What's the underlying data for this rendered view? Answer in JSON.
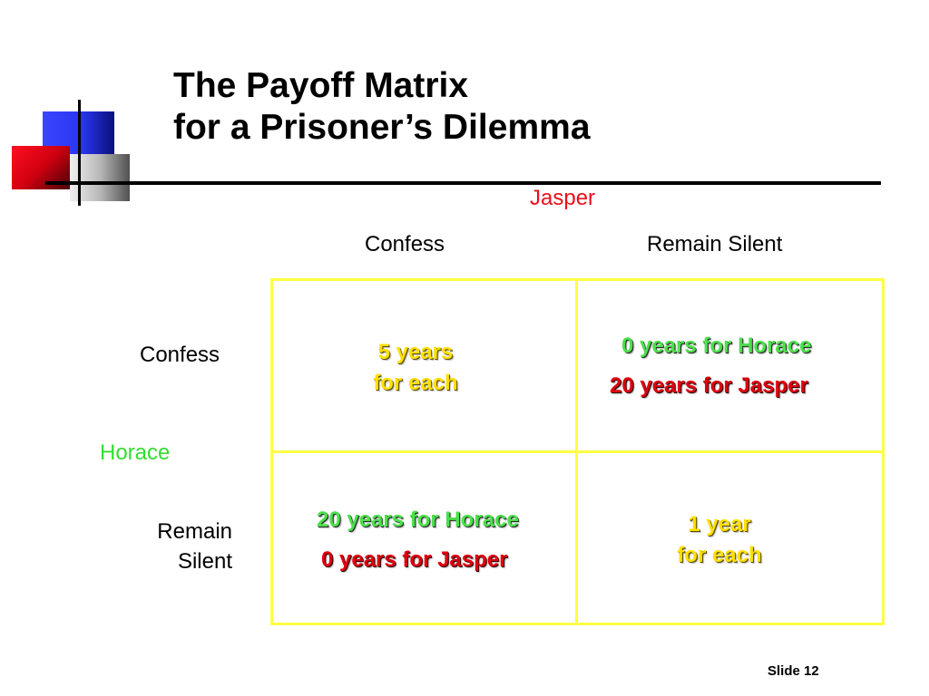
{
  "slide": {
    "title_line1": "The Payoff Matrix",
    "title_line2": "for a Prisoner’s Dilemma",
    "slide_number": "Slide 12"
  },
  "matrix": {
    "column_player": "Jasper",
    "row_player": "Horace",
    "columns": [
      "Confess",
      "Remain Silent"
    ],
    "rows": [
      "Confess",
      "Remain\nSilent"
    ],
    "row_labels": {
      "confess": "Confess",
      "silent_line1": "Remain",
      "silent_line2": "Silent"
    },
    "cells": {
      "confess_confess": {
        "line1": "5 years",
        "line2": "for each"
      },
      "confess_silent": {
        "horace": "0 years for Horace",
        "jasper": "20 years for Jasper"
      },
      "silent_confess": {
        "horace": "20 years for Horace",
        "jasper": "0 years for Jasper"
      },
      "silent_silent": {
        "line1": "1 year",
        "line2": "for each"
      }
    }
  },
  "colors": {
    "jasper": "#e8101a",
    "horace": "#33dd33",
    "grid": "#ffff44",
    "mutual": "#ffe000"
  }
}
